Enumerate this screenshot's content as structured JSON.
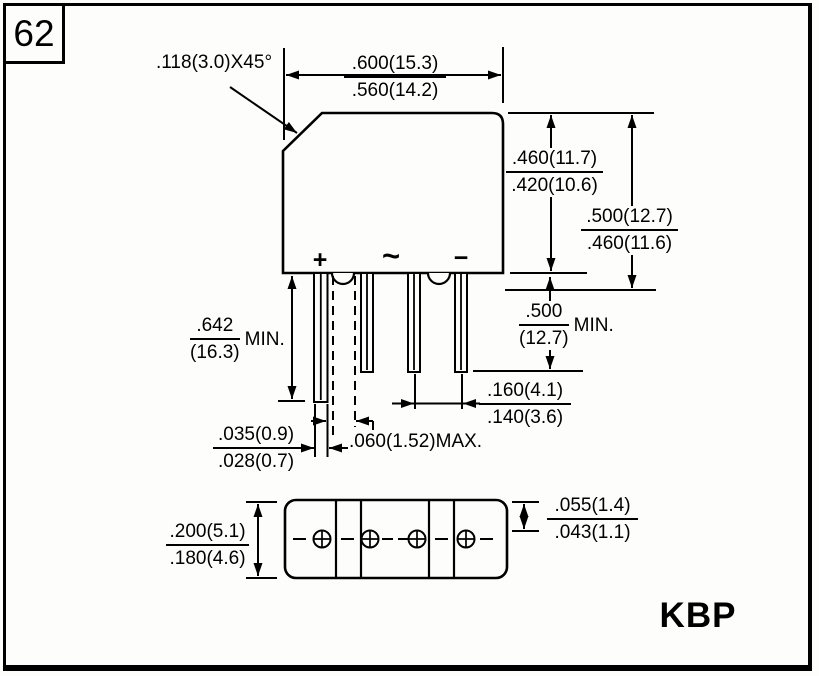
{
  "page": {
    "number": "62",
    "part_label": "KBP",
    "colors": {
      "line": "#000000",
      "background": "#ffffff"
    }
  },
  "top_view": {
    "chamfer_note": ".118(3.0)X45°",
    "width_dim": {
      "num": ".600(15.3)",
      "den": ".560(14.2)"
    },
    "body_height_dim": {
      "num": ".460(11.7)",
      "den": ".420(10.6)"
    },
    "overall_height_dim": {
      "num": ".500(12.7)",
      "den": ".460(11.6)"
    },
    "long_lead_dim": {
      "num": ".642",
      "den": "(16.3)",
      "suffix": "MIN."
    },
    "short_lead_dim": {
      "num": ".500",
      "den": "(12.7)",
      "suffix": "MIN."
    },
    "lead_thickness_dim": {
      "num": ".035(0.9)",
      "den": ".028(0.7)"
    },
    "lead_offset_note": ".060(1.52)MAX.",
    "lead_spacing_dim": {
      "num": ".160(4.1)",
      "den": ".140(3.6)"
    },
    "pin_labels": {
      "plus": "+",
      "ac": "~",
      "minus": "−"
    }
  },
  "bottom_view": {
    "depth_dim": {
      "num": ".200(5.1)",
      "den": ".180(4.6)"
    },
    "thickness_dim": {
      "num": ".055(1.4)",
      "den": ".043(1.1)"
    }
  }
}
